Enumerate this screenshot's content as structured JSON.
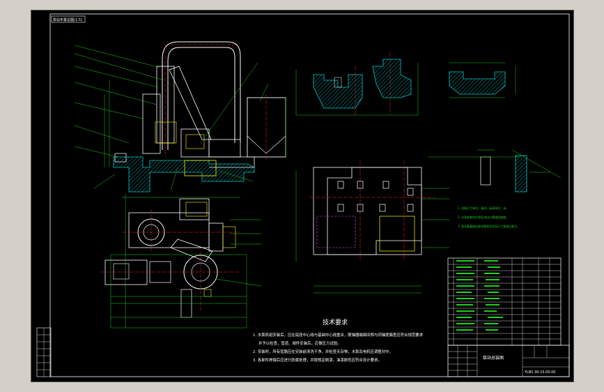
{
  "sheet": {
    "corner_stamp": "泵站布置总图(1:5)"
  },
  "tech_requirements": {
    "title": "技术要求",
    "items": [
      "1. 水泵机组安装后，应在底座中心线与基础中心线重合，联轴器端面间隙与同轴度偏差应符合规范要求",
      "并予以检查，管道、阀件安装后，应做压力试验。",
      "2. 安装时，所有管路应在安装前清洗干净，并检查无杂物，水泵及电机应调整对中。",
      "3. 各部件焊接后应进行防腐处理，并按规定刷漆，油漆颜色应符合设计要求。"
    ]
  },
  "legend_notes": {
    "items": [
      "1. 本图尺寸单位：毫米，标高单位：米。",
      "2. 水泵安装时应保证进出口管道同轴度。",
      "3. 各设备基础应按设备到货实际尺寸复核后施工。"
    ]
  },
  "title_block": {
    "title": "泵站总装图",
    "drawing_no": "YLB1.30-15.00.00"
  },
  "colors": {
    "background": "#000000",
    "outline": "#ffffff",
    "dimension": "#1bd21b",
    "centerline": "#ff2020",
    "hatch": "#00c8c8",
    "equipment": "#ffff00",
    "accent": "#ff40ff"
  }
}
